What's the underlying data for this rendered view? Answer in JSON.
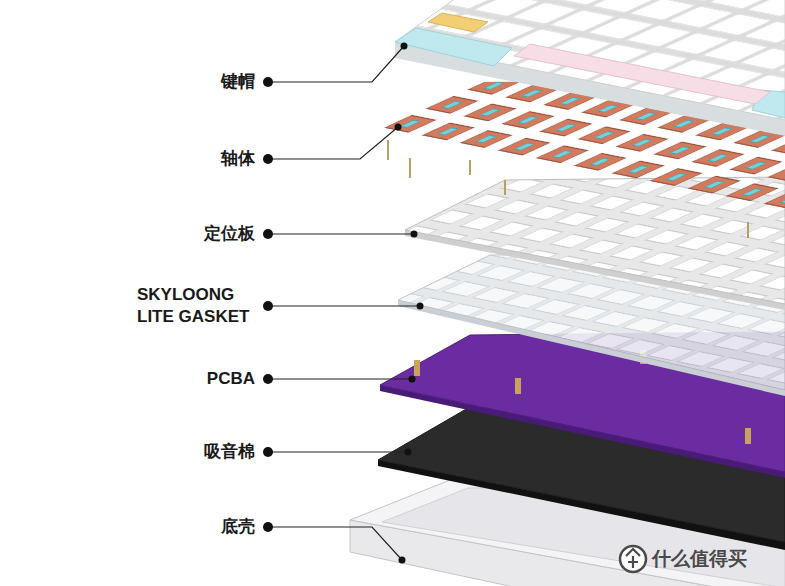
{
  "diagram": {
    "labels": [
      "键帽",
      "轴体",
      "定位板",
      "SKYLOONG LITE GASKET",
      "PCBA",
      "吸音棉",
      "底壳",
      "什么值得买"
    ]
  }
}
